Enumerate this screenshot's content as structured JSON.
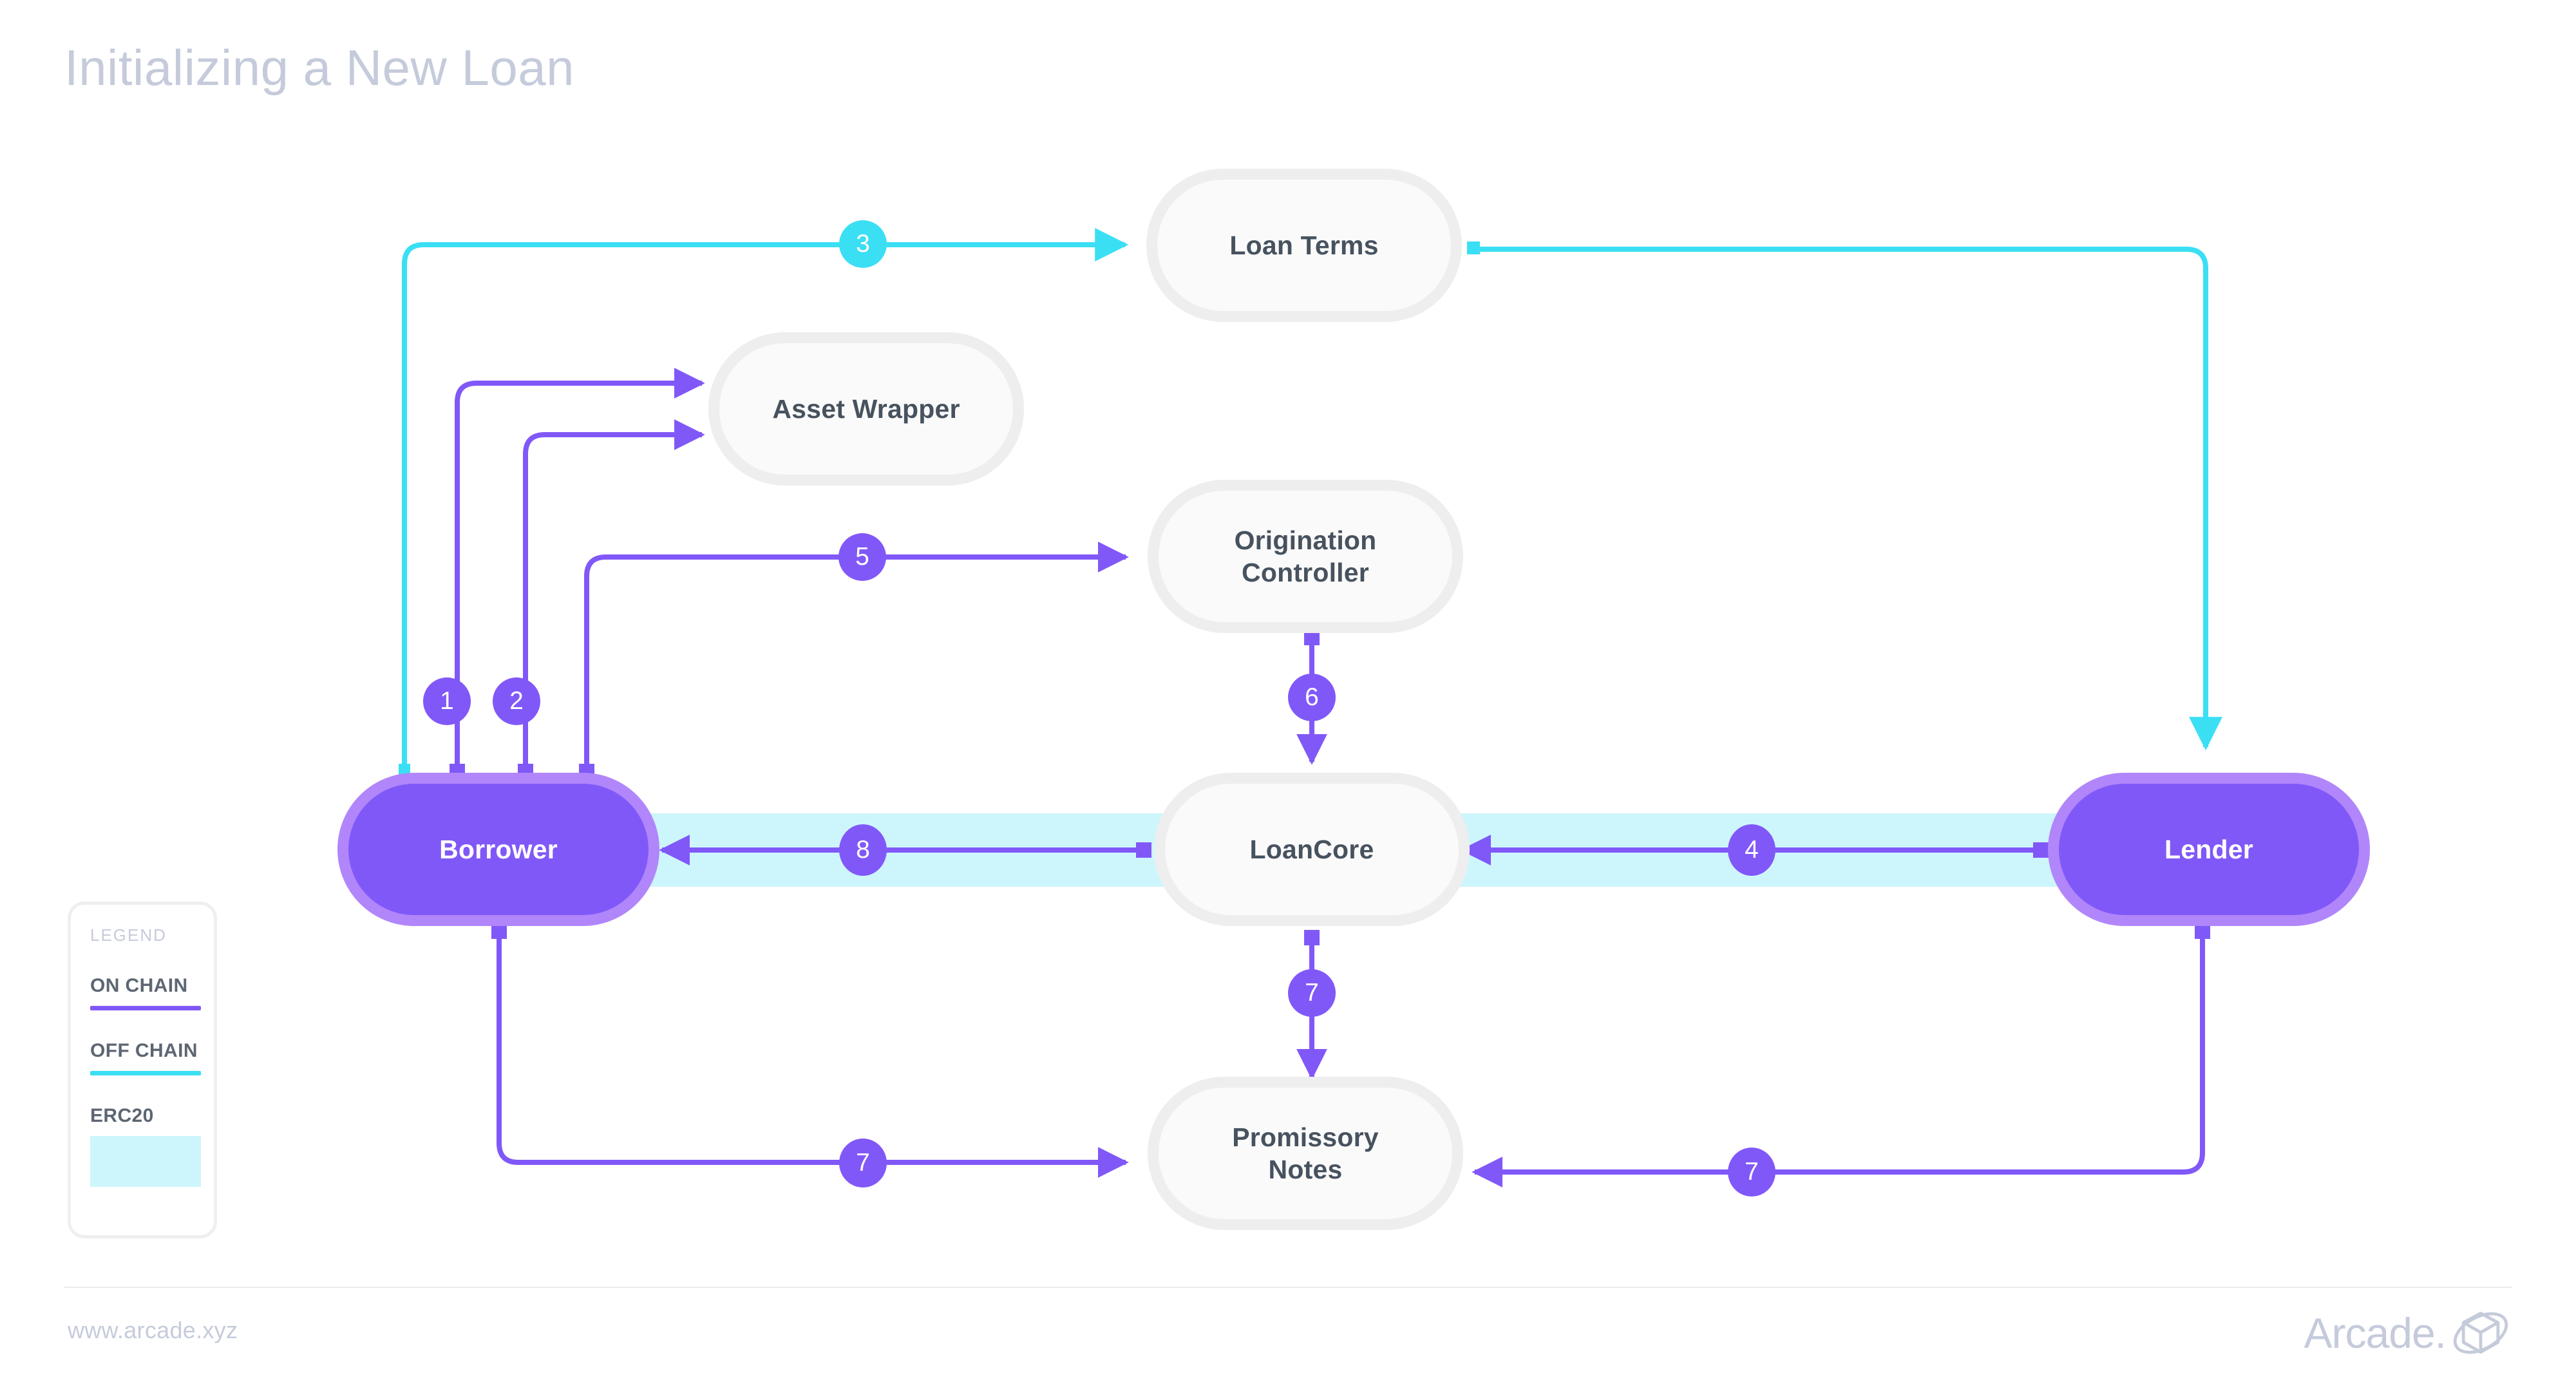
{
  "page": {
    "title": "Initializing a New Loan",
    "background": "#ffffff"
  },
  "colors": {
    "on_chain": "#8158f8",
    "off_chain": "#3bdff4",
    "erc20_band": "#cdf6fc",
    "node_fill": "#fafafa",
    "node_border": "#eeeeef",
    "node_text": "#47525f",
    "actor_fill": "#8158f8",
    "actor_border": "#b186fb",
    "actor_text": "#ffffff",
    "muted_text": "#c5cbdb"
  },
  "nodes": [
    {
      "id": "loan-terms",
      "label": "Loan Terms",
      "type": "plain"
    },
    {
      "id": "asset-wrapper",
      "label": "Asset Wrapper",
      "type": "plain"
    },
    {
      "id": "origination-controller",
      "label": "Origination\nController",
      "type": "plain"
    },
    {
      "id": "loancore",
      "label": "LoanCore",
      "type": "plain"
    },
    {
      "id": "promissory-notes",
      "label": "Promissory\nNotes",
      "type": "plain"
    },
    {
      "id": "borrower",
      "label": "Borrower",
      "type": "actor"
    },
    {
      "id": "lender",
      "label": "Lender",
      "type": "actor"
    }
  ],
  "edges": [
    {
      "step": "1",
      "from": "borrower",
      "to": "asset-wrapper",
      "channel": "on-chain"
    },
    {
      "step": "2",
      "from": "borrower",
      "to": "asset-wrapper",
      "channel": "on-chain"
    },
    {
      "step": "3",
      "from": "borrower",
      "to": "loan-terms",
      "channel": "off-chain"
    },
    {
      "step": "3",
      "from": "loan-terms",
      "to": "lender",
      "channel": "off-chain"
    },
    {
      "step": "4",
      "from": "lender",
      "to": "loancore",
      "channel": "on-chain",
      "erc20": true
    },
    {
      "step": "5",
      "from": "borrower",
      "to": "origination-controller",
      "channel": "on-chain"
    },
    {
      "step": "6",
      "from": "origination-controller",
      "to": "loancore",
      "channel": "on-chain"
    },
    {
      "step": "7",
      "from": "loancore",
      "to": "promissory-notes",
      "channel": "on-chain"
    },
    {
      "step": "7",
      "from": "borrower",
      "to": "promissory-notes",
      "channel": "on-chain"
    },
    {
      "step": "7",
      "from": "lender",
      "to": "promissory-notes",
      "channel": "on-chain"
    },
    {
      "step": "8",
      "from": "loancore",
      "to": "borrower",
      "channel": "on-chain",
      "erc20": true
    }
  ],
  "badges": [
    {
      "step": "1",
      "channel": "on-chain"
    },
    {
      "step": "2",
      "channel": "on-chain"
    },
    {
      "step": "3",
      "channel": "off-chain"
    },
    {
      "step": "4",
      "channel": "on-chain"
    },
    {
      "step": "5",
      "channel": "on-chain"
    },
    {
      "step": "6",
      "channel": "on-chain"
    },
    {
      "step": "7",
      "channel": "on-chain"
    },
    {
      "step": "8",
      "channel": "on-chain"
    }
  ],
  "legend": {
    "title": "LEGEND",
    "items": [
      {
        "label": "ON CHAIN",
        "swatch": "rule",
        "color": "#8158f8"
      },
      {
        "label": "OFF CHAIN",
        "swatch": "rule",
        "color": "#3bdff4"
      },
      {
        "label": "ERC20",
        "swatch": "fill",
        "color": "#cdf6fc"
      }
    ]
  },
  "footer": {
    "url": "www.arcade.xyz",
    "brand": "Arcade.",
    "brand_icon": "cube-orbit-icon"
  }
}
